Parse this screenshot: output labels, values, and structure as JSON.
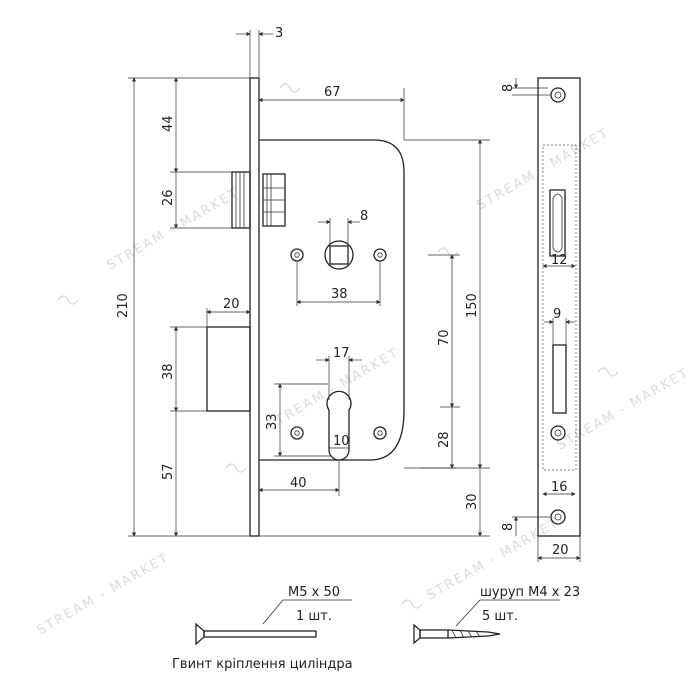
{
  "watermark": {
    "text": "STREAM - MARKET"
  },
  "dimensions": {
    "faceplate_thickness": "3",
    "top_to_latch": "44",
    "latch_height": "26",
    "total_height": "210",
    "backset": "67",
    "square_spindle": "8",
    "handle_screw_spacing": "38",
    "bolt_throw": "20",
    "bolt_height": "38",
    "bolt_to_bottom": "57",
    "center_distance": "70",
    "case_height": "150",
    "cylinder_width": "17",
    "cylinder_hole_height": "33",
    "cylinder_pin": "10",
    "cylinder_to_bottom": "28",
    "cylinder_backset": "40",
    "bottom_offset": "30",
    "strike_hole_top": "8",
    "latch_opening_width": "12",
    "bolt_opening_width": "9",
    "strike_lower_width": "16",
    "strike_hole_bottom": "8",
    "strike_width": "20"
  },
  "accessories": {
    "cylinder_screw": {
      "size": "M5 x 50",
      "qty": "1 шт.",
      "caption": "Гвинт кріплення циліндра"
    },
    "wood_screw": {
      "size": "шуруп M4 x 23",
      "qty": "5 шт."
    }
  }
}
